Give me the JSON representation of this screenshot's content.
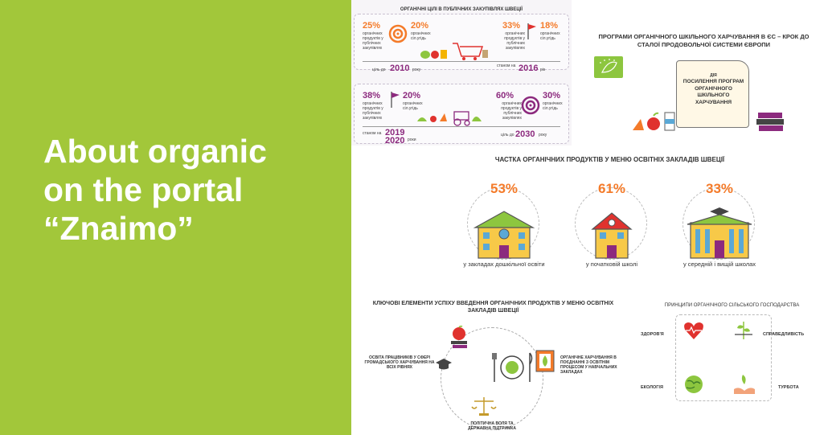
{
  "headline": {
    "line1": "About organic",
    "line2": "on the portal",
    "line3": "“Znaimo”"
  },
  "colors": {
    "lime": "#a2c73a",
    "orange": "#f47b2a",
    "purple": "#8c2a7e",
    "green": "#8dc63f",
    "red": "#e0322e"
  },
  "card_a": {
    "title": "ОРГАНІЧНІ ЦІЛІ В ПУБЛІЧНИХ ЗАКУПІВЛЯХ ШВЕЦІЇ",
    "box1": {
      "p1": "25%",
      "p1_text": "органічних продуктів у публічних закупівлях",
      "p2": "20%",
      "p2_text": "органічних сіл.угідь",
      "p3": "33%",
      "p3_text": "органічних продуктів у публічних закупівлях",
      "p4": "18%",
      "p4_text": "органічних сіл.угідь",
      "goal_pre": "ціль до",
      "goal_year": "2010",
      "goal_post": "року",
      "state_pre": "станом на",
      "state_year": "2016",
      "state_post": "рік"
    },
    "box2": {
      "p1": "38%",
      "p1_text": "органічних продуктів у публічних закупівлях",
      "p2": "20%",
      "p2_text": "органічних сіл.угідь",
      "p3": "60%",
      "p3_text": "органічних продуктів у публічних закупівлях",
      "p4": "30%",
      "p4_text": "органічних сіл.угідь",
      "state_pre": "станом на",
      "state_year1": "2019",
      "state_year2": "2020",
      "state_post": "роки",
      "goal_pre": "ціль до",
      "goal_year": "2030",
      "goal_post": "року"
    }
  },
  "card_b": {
    "title": "ПРОГРАМИ ОРГАНІЧНОГО ШКІЛЬНОГО ХАРЧУВАННЯ В ЄС – КРОК ДО СТАЛОЇ ПРОДОВОЛЬЧОЇ СИСТЕМИ ЄВРОПИ",
    "scroll_small": "ДІЯ",
    "scroll_text": "ПОСИЛЕННЯ ПРОГРАМ ОРГАНІЧНОГО ШКІЛЬНОГО ХАРЧУВАННЯ"
  },
  "card_c": {
    "title": "ЧАСТКА ОРГАНІЧНИХ ПРОДУКТІВ У МЕНЮ ОСВІТНІХ ЗАКЛАДІВ ШВЕЦІЇ",
    "items": [
      {
        "pct": "53%",
        "label": "у закладах дошкільної освіти"
      },
      {
        "pct": "61%",
        "label": "у початковій школі"
      },
      {
        "pct": "33%",
        "label": "у середній і вищій школах"
      }
    ]
  },
  "card_d": {
    "title": "КЛЮЧОВІ ЕЛЕМЕНТИ УСПІХУ ВВЕДЕННЯ ОРГАНІЧНИХ ПРОДУКТІВ У МЕНЮ ОСВІТНІХ ЗАКЛАДІВ ШВЕЦІЇ",
    "left": "ОСВІТА ПРАЦІВНИКІВ У СФЕРІ ГРОМАДСЬКОГО ХАРЧУВАННЯ НА ВСІХ РІВНЯХ",
    "right": "ОРГАНІЧНЕ ХАРЧУВАННЯ В ПОЄДНАННІ З ОСВІТНІМ ПРОЦЕСОМ У НАВЧАЛЬНИХ ЗАКЛАДАХ",
    "bottom": "ПОЛІТИЧНА ВОЛЯ ТА ДЕРЖАВНА ПІДТРИМКА"
  },
  "card_e": {
    "title": "ПРИНЦИПИ ОРГАНІЧНОГО СІЛЬСЬКОГО ГОСПОДАРСТВА",
    "health": "ЗДОРОВ'Я",
    "fairness": "СПРАВЕДЛИВІСТЬ",
    "ecology": "ЕКОЛОГІЯ",
    "care": "ТУРБОТА"
  }
}
